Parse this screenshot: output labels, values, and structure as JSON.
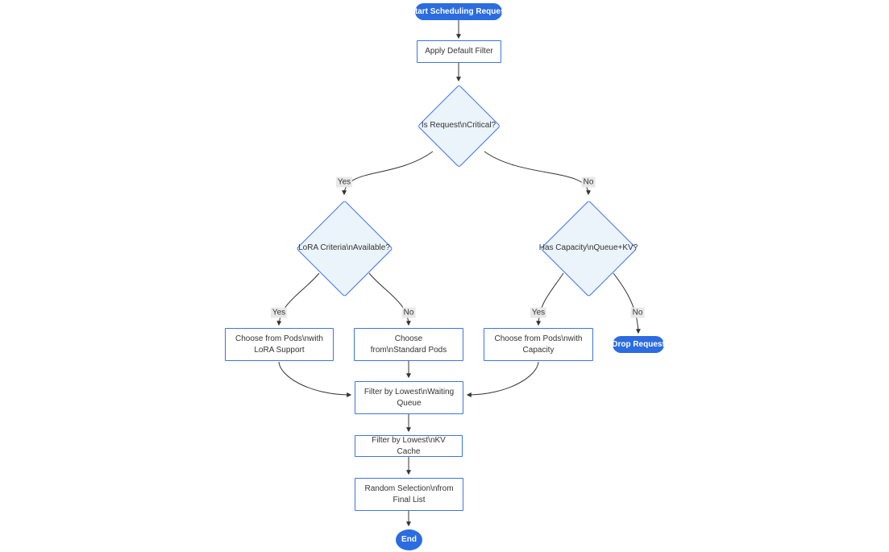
{
  "diagram": {
    "type": "flowchart",
    "direction": "top-down",
    "nodes": {
      "start": {
        "label": "Start Scheduling Request",
        "shape": "stadium",
        "style": "filled-blue"
      },
      "apply_filter": {
        "label": "Apply Default Filter",
        "shape": "rect"
      },
      "is_critical": {
        "label": "Is Request\\nCritical?",
        "shape": "diamond"
      },
      "lora_available": {
        "label": "LoRA Criteria\\nAvailable?",
        "shape": "diamond"
      },
      "has_capacity": {
        "label": "Has Capacity\\nQueue+KV?",
        "shape": "diamond"
      },
      "choose_lora_pods": {
        "label": "Choose from Pods\\nwith LoRA Support",
        "shape": "rect"
      },
      "choose_standard_pods": {
        "label": "Choose from\\nStandard Pods",
        "shape": "rect"
      },
      "choose_capacity_pods": {
        "label": "Choose from Pods\\nwith Capacity",
        "shape": "rect"
      },
      "drop_request": {
        "label": "Drop Request",
        "shape": "stadium",
        "style": "filled-blue"
      },
      "filter_queue": {
        "label": "Filter by Lowest\\nWaiting Queue",
        "shape": "rect"
      },
      "filter_kv": {
        "label": "Filter by Lowest\\nKV Cache",
        "shape": "rect"
      },
      "random_selection": {
        "label": "Random Selection\\nfrom Final List",
        "shape": "rect"
      },
      "end": {
        "label": "End",
        "shape": "circle",
        "style": "filled-blue"
      }
    },
    "edges": [
      {
        "from": "start",
        "to": "apply_filter",
        "label": ""
      },
      {
        "from": "apply_filter",
        "to": "is_critical",
        "label": ""
      },
      {
        "from": "is_critical",
        "to": "lora_available",
        "label": "Yes"
      },
      {
        "from": "is_critical",
        "to": "has_capacity",
        "label": "No"
      },
      {
        "from": "lora_available",
        "to": "choose_lora_pods",
        "label": "Yes"
      },
      {
        "from": "lora_available",
        "to": "choose_standard_pods",
        "label": "No"
      },
      {
        "from": "has_capacity",
        "to": "choose_capacity_pods",
        "label": "Yes"
      },
      {
        "from": "has_capacity",
        "to": "drop_request",
        "label": "No"
      },
      {
        "from": "choose_lora_pods",
        "to": "filter_queue",
        "label": ""
      },
      {
        "from": "choose_standard_pods",
        "to": "filter_queue",
        "label": ""
      },
      {
        "from": "choose_capacity_pods",
        "to": "filter_queue",
        "label": ""
      },
      {
        "from": "filter_queue",
        "to": "filter_kv",
        "label": ""
      },
      {
        "from": "filter_kv",
        "to": "random_selection",
        "label": ""
      },
      {
        "from": "random_selection",
        "to": "end",
        "label": ""
      }
    ],
    "colors": {
      "accent_fill": "#2B6CE0",
      "node_border": "#3D74E4",
      "decision_fill": "#EBF3FB",
      "rect_fill": "#FFFFFF",
      "edge_stroke": "#333333",
      "edge_label_bg": "#E8E8E8",
      "text": "#333333",
      "accent_text": "#FFFFFF"
    }
  }
}
